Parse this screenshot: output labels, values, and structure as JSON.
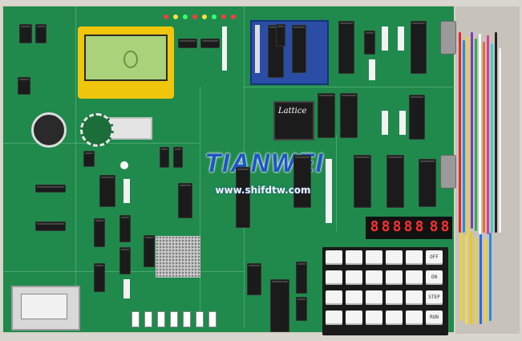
{
  "photo": {
    "subject": "",
    "watermark_logo_text": "TIANWEI",
    "watermark_url": "www.shifdtw.com"
  },
  "chip_labels": {
    "lattice": "Lattice"
  },
  "seven_segment_display": {
    "digits": [
      "8",
      "8",
      "8",
      "8",
      "8",
      "8",
      "8"
    ]
  },
  "keypad": {
    "keys": [
      [
        "",
        "",
        "",
        "",
        "",
        "OFF"
      ],
      [
        "",
        "",
        "",
        "",
        "",
        "ON"
      ],
      [
        "",
        "",
        "",
        "",
        "",
        "STEP"
      ],
      [
        "",
        "",
        "",
        "",
        "",
        "RUN"
      ]
    ]
  },
  "colors": {
    "pcb_green": "#1f8a4c",
    "lcd_yellow": "#f0c60d",
    "lcd_screen": "#a9d27a",
    "watermark_blue": "#1d56c8",
    "segment_red": "#ff3030"
  },
  "icons": [
    "lcd-module-icon",
    "keypad-icon",
    "seven-segment-icon",
    "sd-card-slot-icon",
    "db9-connector-icon"
  ]
}
